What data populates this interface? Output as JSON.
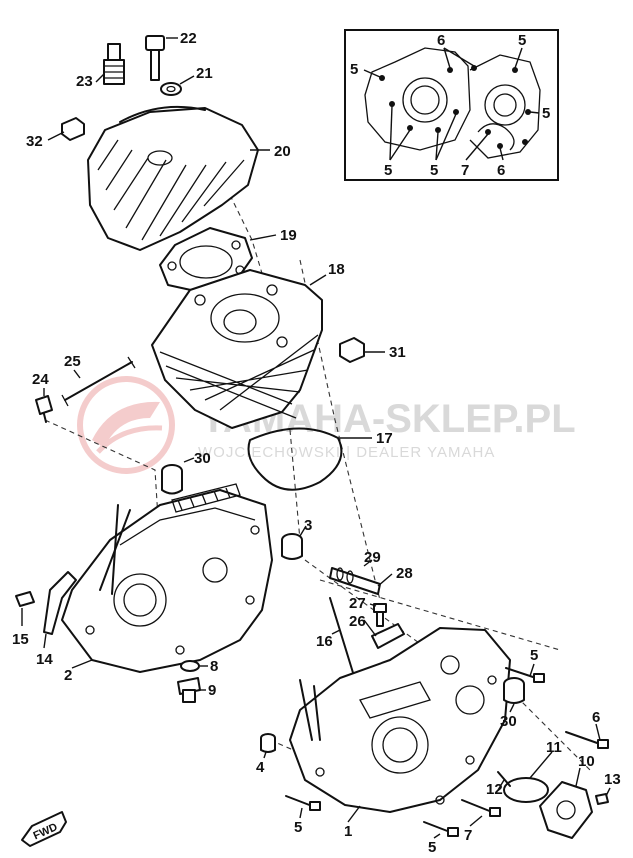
{
  "watermark": {
    "brand": "YAMAHA-SKLEP.PL",
    "dealer": "WOJCIECHOWSKI | DEALER YAMAHA"
  },
  "direction_marker": "FWD",
  "callouts": {
    "c1": "1",
    "c2": "2",
    "c3": "3",
    "c4": "4",
    "c5a": "5",
    "c5b": "5",
    "c5c": "5",
    "c6": "6",
    "c7": "7",
    "c8": "8",
    "c9": "9",
    "c10": "10",
    "c11": "11",
    "c12": "12",
    "c13": "13",
    "c14": "14",
    "c15": "15",
    "c16": "16",
    "c17": "17",
    "c18": "18",
    "c19": "19",
    "c20": "20",
    "c21": "21",
    "c22": "22",
    "c23": "23",
    "c24": "24",
    "c25": "25",
    "c26": "26",
    "c27": "27",
    "c28": "28",
    "c29": "29",
    "c30a": "30",
    "c30b": "30",
    "c31": "31",
    "c32": "32"
  },
  "inset_callouts": {
    "i6a": "6",
    "i6b": "6",
    "i5a": "5",
    "i5b": "5",
    "i5c": "5",
    "i5d": "5",
    "i5e": "5",
    "i7": "7"
  }
}
